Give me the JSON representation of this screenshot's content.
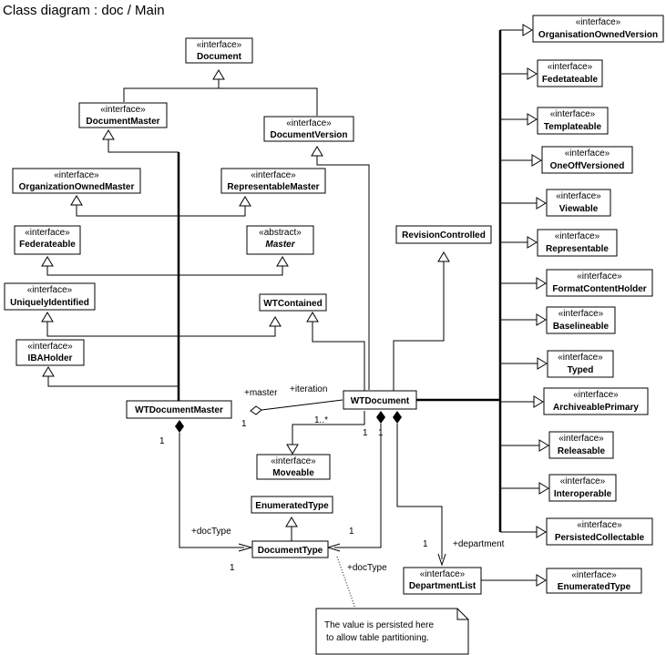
{
  "title": "Class diagram : doc / Main",
  "classes": {
    "document": {
      "stereotype": "«interface»",
      "name": "Document"
    },
    "document_master": {
      "stereotype": "«interface»",
      "name": "DocumentMaster"
    },
    "document_version": {
      "stereotype": "«interface»",
      "name": "DocumentVersion"
    },
    "organization_owned_master": {
      "stereotype": "«interface»",
      "name": "OrganizationOwnedMaster"
    },
    "representable_master": {
      "stereotype": "«interface»",
      "name": "RepresentableMaster"
    },
    "federateable": {
      "stereotype": "«interface»",
      "name": "Federateable"
    },
    "master": {
      "stereotype": "«abstract»",
      "name": "Master"
    },
    "uniquely_identified": {
      "stereotype": "«interface»",
      "name": "UniquelyIdentified"
    },
    "wt_contained": {
      "name": "WTContained"
    },
    "iba_holder": {
      "stereotype": "«interface»",
      "name": "IBAHolder"
    },
    "wt_document_master": {
      "name": "WTDocumentMaster"
    },
    "wt_document": {
      "name": "WTDocument"
    },
    "revision_controlled": {
      "name": "RevisionControlled"
    },
    "moveable": {
      "stereotype": "«interface»",
      "name": "Moveable"
    },
    "enumerated_type_top": {
      "name": "EnumeratedType"
    },
    "document_type": {
      "name": "DocumentType"
    },
    "department_list": {
      "stereotype": "«interface»",
      "name": "DepartmentList"
    },
    "enumerated_type_right": {
      "stereotype": "«interface»",
      "name": "EnumeratedType"
    },
    "organisation_owned_version": {
      "stereotype": "«interface»",
      "name": "OrganisationOwnedVersion"
    },
    "fedetateable": {
      "stereotype": "«interface»",
      "name": "Fedetateable"
    },
    "templateable": {
      "stereotype": "«interface»",
      "name": "Templateable"
    },
    "one_off_versioned": {
      "stereotype": "«interface»",
      "name": "OneOffVersioned"
    },
    "viewable": {
      "stereotype": "«interface»",
      "name": "Viewable"
    },
    "representable": {
      "stereotype": "«interface»",
      "name": "Representable"
    },
    "format_content_holder": {
      "stereotype": "«interface»",
      "name": "FormatContentHolder"
    },
    "baselineable": {
      "stereotype": "«interface»",
      "name": "Baselineable"
    },
    "typed": {
      "stereotype": "«interface»",
      "name": "Typed"
    },
    "archiveable_primary": {
      "stereotype": "«interface»",
      "name": "ArchiveablePrimary"
    },
    "releasable": {
      "stereotype": "«interface»",
      "name": "Releasable"
    },
    "interoperable": {
      "stereotype": "«interface»",
      "name": "Interoperable"
    },
    "persisted_collectable": {
      "stereotype": "«interface»",
      "name": "PersistedCollectable"
    }
  },
  "labels": {
    "master_role": "+master",
    "iteration_role": "+iteration",
    "mult_one_master_left": "1",
    "mult_one_master_diamond": "1",
    "mult_many_moveable": "1..*",
    "mult_one_wtdoc_a": "1",
    "mult_one_wtdoc_b": "1",
    "doctype_left": "+docType",
    "mult_one_doctype_left": "1",
    "mult_one_doctype_right": "1",
    "doctype_right": "+docType",
    "mult_one_department": "1",
    "department_role": "+department"
  },
  "note": {
    "line1": "The value is persisted here",
    "line2": "to allow table partitioning."
  }
}
